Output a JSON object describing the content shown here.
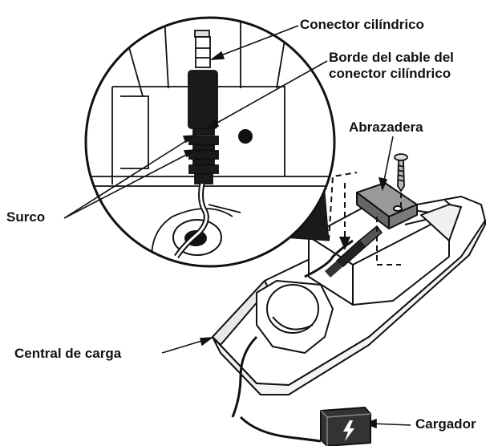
{
  "labels": {
    "barrel_connector": "Conector cilíndrico",
    "barrel_edge_line1": "Borde del cable del",
    "barrel_edge_line2": "conector cilíndrico",
    "clamp": "Abrazadera",
    "groove": "Surco",
    "charging_base": "Central de carga",
    "charger": "Cargador"
  },
  "colors": {
    "ink": "#111111",
    "background": "#ffffff",
    "shadow": "#1a1a1a"
  },
  "icons": [
    "charger-bolt-icon",
    "screw-icon"
  ]
}
